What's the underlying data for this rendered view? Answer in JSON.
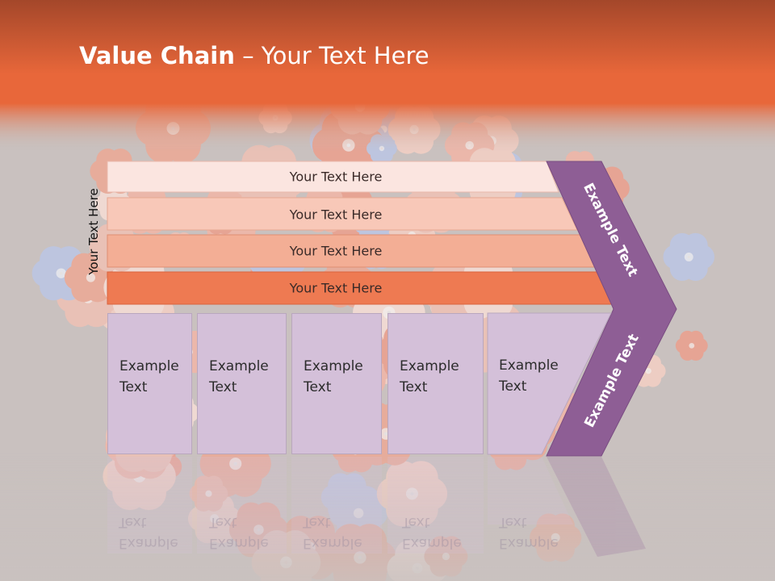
{
  "title": {
    "bold": "Value Chain",
    "rest": " – Your Text Here"
  },
  "side_label": "Your Text Here",
  "rows": [
    "Your Text Here",
    "Your Text Here",
    "Your Text Here",
    "Your Text Here"
  ],
  "boxes": [
    {
      "line1": "Example",
      "line2": "Text"
    },
    {
      "line1": "Example",
      "line2": "Text"
    },
    {
      "line1": "Example",
      "line2": "Text"
    },
    {
      "line1": "Example",
      "line2": "Text"
    },
    {
      "line1": "Example",
      "line2": "Text"
    }
  ],
  "arrow": {
    "top": "Example Text",
    "bottom": "Example Text"
  },
  "colors": {
    "header_top": "#a4472a",
    "header_bottom": "#e8673a",
    "row1": "#fbe5e0",
    "row2": "#f8c8b8",
    "row3": "#f3ae95",
    "row4": "#ee7a52",
    "box": "#d4c0d9",
    "arrow": "#8e5e95",
    "background": "#c9c1bf"
  }
}
